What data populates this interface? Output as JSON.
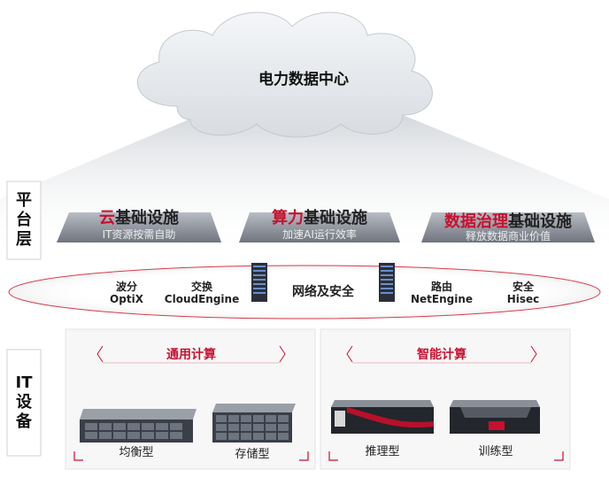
{
  "cloud": {
    "title": "电力数据中心"
  },
  "layers": {
    "platform": [
      "平",
      "台",
      "层"
    ],
    "it": [
      "IT",
      "设",
      "备"
    ]
  },
  "platform_items": [
    {
      "highlight": "云",
      "rest": "基础设施",
      "subtitle": "IT资源按需自助"
    },
    {
      "highlight": "算力",
      "rest": "基础设施",
      "subtitle": "加速AI运行效率"
    },
    {
      "highlight": "数据治理",
      "rest": "基础设施",
      "subtitle": "释放数据商业价值"
    }
  ],
  "network": {
    "center": "网络及安全",
    "items": [
      {
        "category": "波分",
        "product": "OptiX"
      },
      {
        "category": "交换",
        "product": "CloudEngine"
      },
      {
        "category": "路由",
        "product": "NetEngine"
      },
      {
        "category": "安全",
        "product": "Hisec"
      }
    ]
  },
  "it_groups": [
    {
      "title": "通用计算",
      "devices": [
        "均衡型",
        "存储型"
      ]
    },
    {
      "title": "智能计算",
      "devices": [
        "推理型",
        "训练型"
      ]
    }
  ],
  "colors": {
    "accent": "#c8102e",
    "platform_band": "#8a8f99",
    "cloud": "#e8ebef"
  }
}
